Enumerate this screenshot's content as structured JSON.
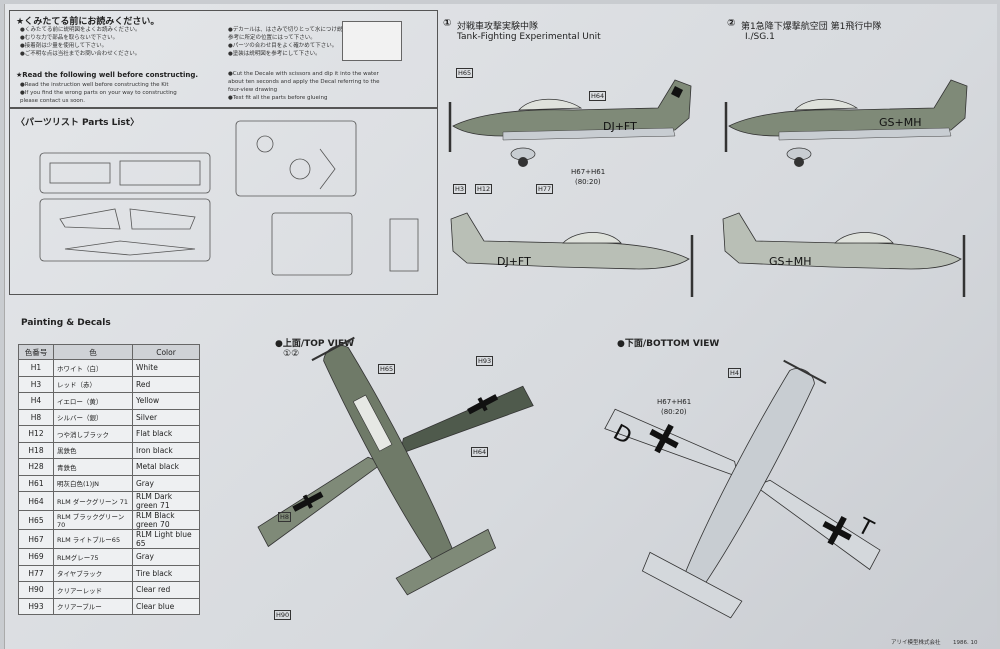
{
  "instructions": {
    "jp_title": "★くみたてる前にお読みください。",
    "jp_lines": [
      "●くみたてる前に説明図をよくお読みください。",
      "●むりな力で部品を取らないで下さい。",
      "●接着剤は少量を使用して下さい。",
      "●ご不明な点は当社までお問い合わせください。"
    ],
    "en_title": "★Read the following well before constructing.",
    "en_lines": [
      "●Read the instruction well before constructing the Kit",
      "●If you find the wrong parts on your way to constructing",
      "  please contact us soon."
    ]
  },
  "decal_notes": {
    "jp_lines": [
      "●デカールは、はさみで切りとって水につけ説明図を",
      "  参考に所定の位置にはって下さい。",
      "●パーツの合わせ目をよく確かめて下さい。",
      "●塗装は説明図を参考にして下さい。"
    ],
    "en_lines": [
      "●Cut the Decale with scissors and dip it into the water",
      "  about ten seconds and apply the Decal referring to the",
      "  four-view drawing",
      "●Test fit all the parts before glueing"
    ]
  },
  "parts_list": {
    "title": "〈パーツリスト Parts List〉"
  },
  "versions": [
    {
      "number": "①",
      "jp": "対戦車攻撃実験中隊",
      "en": "Tank-Fighting Experimental Unit",
      "code": "DJ+FT"
    },
    {
      "number": "②",
      "jp": "第1急降下爆撃航空団 第1飛行中隊",
      "en": "I./SG.1",
      "code": "GS+MH"
    }
  ],
  "painting": {
    "title": "Painting & Decals",
    "headers": [
      "色番号",
      "色",
      "Color"
    ],
    "rows": [
      {
        "code": "H1",
        "jp": "ホワイト（白）",
        "en": "White"
      },
      {
        "code": "H3",
        "jp": "レッド（赤）",
        "en": "Red"
      },
      {
        "code": "H4",
        "jp": "イエロー（黄）",
        "en": "Yellow"
      },
      {
        "code": "H8",
        "jp": "シルバー（銀）",
        "en": "Silver"
      },
      {
        "code": "H12",
        "jp": "つや消しブラック",
        "en": "Flat black"
      },
      {
        "code": "H18",
        "jp": "黒鉄色",
        "en": "Iron black"
      },
      {
        "code": "H28",
        "jp": "青鉄色",
        "en": "Metal black"
      },
      {
        "code": "H61",
        "jp": "明灰白色(1)JN",
        "en": "Gray"
      },
      {
        "code": "H64",
        "jp": "RLM ダークグリーン 71",
        "en": "RLM Dark green 71"
      },
      {
        "code": "H65",
        "jp": "RLM ブラックグリーン 70",
        "en": "RLM Black green 70"
      },
      {
        "code": "H67",
        "jp": "RLM ライトブルー65",
        "en": "RLM Light blue 65"
      },
      {
        "code": "H69",
        "jp": "RLMグレー75",
        "en": "Gray"
      },
      {
        "code": "H77",
        "jp": "タイヤブラック",
        "en": "Tire black"
      },
      {
        "code": "H90",
        "jp": "クリアーレッド",
        "en": "Clear red"
      },
      {
        "code": "H93",
        "jp": "クリアーブルー",
        "en": "Clear blue"
      }
    ]
  },
  "views": {
    "top_title": "●上面/TOP VIEW",
    "top_versions": "①②",
    "bottom_title": "●下面/BOTTOM VIEW"
  },
  "callouts": {
    "side_a": {
      "h65": "H65",
      "h64": "H64",
      "h3": "H3",
      "h12": "H12",
      "h77": "H77",
      "mix": "H67+H61",
      "ratio": "(80:20)"
    },
    "top": {
      "h65": "H65",
      "h93": "H93",
      "h64": "H64",
      "h8": "H8",
      "h90": "H90"
    },
    "bottom": {
      "h4": "H4",
      "mix": "H67+H61",
      "ratio": "(80:20)"
    }
  },
  "footer": {
    "maker": "アリイ模型株式会社",
    "year": "1986. 10"
  },
  "colors": {
    "paper": "#dcdfe2",
    "rlm70": "#4f5a4c",
    "rlm71": "#7f8a78",
    "rlm65": "#c8cdd2"
  }
}
